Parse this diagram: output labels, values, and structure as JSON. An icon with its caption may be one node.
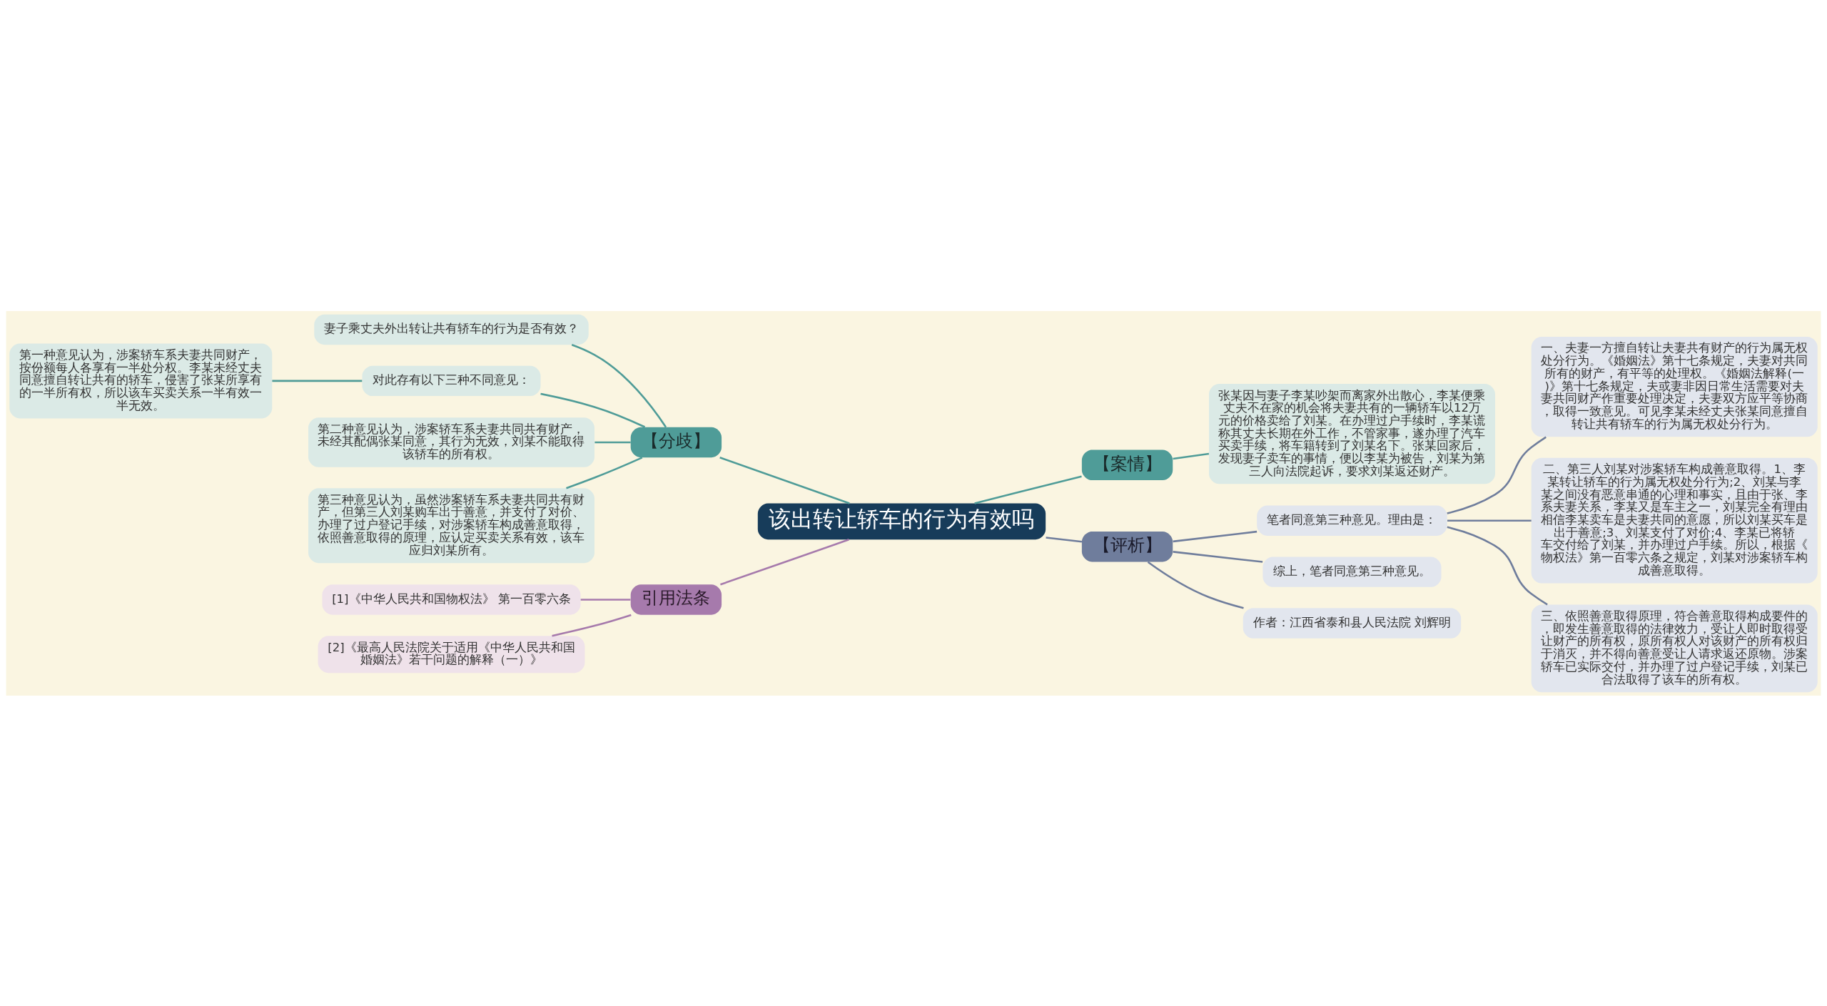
{
  "diagram": {
    "nodes": [
      {
        "text": [
          "该出转让轿车的行为有效吗"
        ]
      },
      {
        "text": [
          "【分歧】"
        ]
      },
      {
        "text": [
          "妻子乘丈夫外出转让共有轿车的行为是否有效？"
        ]
      },
      {
        "text": [
          "对此存有以下三种不同意见："
        ]
      },
      {
        "text": [
          "第一种意见认为，涉案轿车系夫妻共同财产，按份额每人各享有一半处分权。李某未经丈夫同意擅自转让共有的轿车，侵害了张某所享有的一半所有权，所以该车买卖关系一半有效一半无效。"
        ]
      },
      {
        "text": [
          "第二种意见认为，涉案轿车系夫妻共同共有财产，未经其配偶张某同意，其行为无效，刘某不能取得该轿车的所有权。"
        ]
      },
      {
        "text": [
          "第三种意见认为，虽然涉案轿车系夫妻共同共有财产，但第三人刘某购车出于善意，并支付了对价、办理了过户登记手续，对涉案轿车构成善意取得，依照善意取得的原理，应认定买卖关系有效，该车应归刘某所有。"
        ]
      },
      {
        "text": [
          "引用法条"
        ]
      },
      {
        "text": [
          "[1]《中华人民共和国物权法》 第一百零六条"
        ]
      },
      {
        "text": [
          "[2]《最高人民法院关于适用《中华人民共和国婚姻法》若干问题的解释（一）》"
        ]
      },
      {
        "text": [
          "【案情】"
        ]
      },
      {
        "text": [
          "张某因与妻子李某吵架而离家外出散心，李某便乘丈夫不在家的机会将夫妻共有的一辆轿车以12万元的价格卖给了刘某。在办理过户手续时，李某谎称其丈夫长期在外工作，不管家事，遂办理了汽车买卖手续，将车籍转到了刘某名下。张某回家后，发现妻子卖车的事情，便以李某为被告，刘某为第三人向法院起诉，要求刘某返还财产。"
        ]
      },
      {
        "text": [
          "【评析】"
        ]
      },
      {
        "text": [
          "笔者同意第三种意见。理由是："
        ]
      },
      {
        "text": [
          "一、夫妻一方擅自转让夫妻共有财产的行为属无权处分行为。《婚姻法》第十七条规定，夫妻对共同所有的财产，有平等的处理权。《婚姻法解释(一)》第十七条规定，夫或妻非因日常生活需要对夫妻共同财产作重要处理决定，夫妻双方应平等协商，取得一致意见。可见李某未经丈夫张某同意擅自转让共有轿车的行为属无权处分行为。"
        ]
      },
      {
        "text": [
          "二、第三人刘某对涉案轿车构成善意取得。1、李某转让轿车的行为属无权处分行为;2、刘某与李某之间没有恶意串通的心理和事实，且由于张、李系夫妻关系，李某又是车主之一，刘某完全有理由相信李某卖车是夫妻共同的意愿，所以刘某买车是出于善意;3、刘某支付了对价;4、李某已将轿车交付给了刘某，并办理过户手续。所以，根据《物权法》第一百零六条之规定，刘某对涉案轿车构成善意取得。"
        ]
      },
      {
        "text": [
          "三、依照善意取得原理，符合善意取得构成要件的，即发生善意取得的法律效力，受让人即时取得受让财产的所有权，原所有权人对该财产的所有权归于消灭，并不得向善意受让人请求返还原物。涉案轿车已实际交付，并办理了过户登记手续，刘某已合法取得了该车的所有权。"
        ]
      },
      {
        "text": [
          "综上，笔者同意第三种意见。"
        ]
      },
      {
        "text": [
          "作者：江西省泰和县人民法院 刘辉明"
        ]
      }
    ],
    "edges": [
      {
        "from": 0,
        "to": 1,
        "arrow": "none"
      },
      {
        "from": 1,
        "to": 2,
        "arrow": "none"
      },
      {
        "from": 1,
        "to": 3,
        "arrow": "none"
      },
      {
        "from": 3,
        "to": 4,
        "arrow": "none"
      },
      {
        "from": 1,
        "to": 5,
        "arrow": "none"
      },
      {
        "from": 1,
        "to": 6,
        "arrow": "none"
      },
      {
        "from": 0,
        "to": 7,
        "arrow": "none",
        "color": "#a67aac"
      },
      {
        "from": 7,
        "to": 8,
        "arrow": "none",
        "color": "#a67aac"
      },
      {
        "from": 7,
        "to": 9,
        "arrow": "none",
        "color": "#a67aac"
      },
      {
        "from": 0,
        "to": 10,
        "arrow": "none"
      },
      {
        "from": 10,
        "to": 11,
        "arrow": "none"
      },
      {
        "from": 0,
        "to": 12,
        "arrow": "none",
        "color": "#6f7d9c"
      },
      {
        "from": 12,
        "to": 13,
        "arrow": "none",
        "color": "#6f7d9c"
      },
      {
        "from": 13,
        "to": 14,
        "arrow": "none",
        "color": "#6f7d9c"
      },
      {
        "from": 13,
        "to": 15,
        "arrow": "none",
        "color": "#6f7d9c"
      },
      {
        "from": 13,
        "to": 16,
        "arrow": "none",
        "color": "#6f7d9c"
      },
      {
        "from": 12,
        "to": 17,
        "arrow": "none",
        "color": "#6f7d9c"
      },
      {
        "from": 12,
        "to": 18,
        "arrow": "none",
        "color": "#6f7d9c"
      }
    ]
  }
}
